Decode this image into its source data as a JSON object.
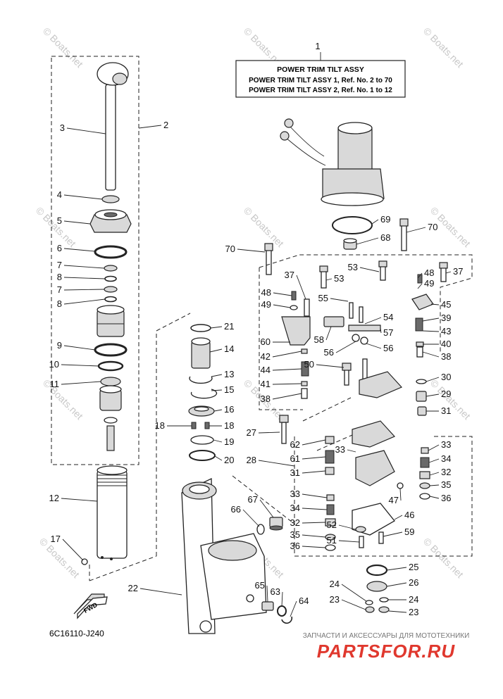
{
  "title_box": {
    "ref": "1",
    "lines": [
      "POWER TRIM TILT ASSY",
      "POWER TRIM TILT ASSY 1,  Ref. No. 2 to 70",
      "POWER TRIM TILT ASSY 2,  Ref. No. 1 to 12"
    ]
  },
  "diagram_code": "6C16110-J240",
  "fwd_label": "FWD",
  "watermark_text": "© Boats.net",
  "footer": {
    "tagline": "ЗАПЧАСТИ И АКСЕССУАРЫ ДЛЯ МОТОТЕХНИКИ",
    "brand": "PARTSFOR.RU",
    "brand_color": "#e0382e"
  },
  "callouts": [
    {
      "id": "c2",
      "label": "2"
    },
    {
      "id": "c3",
      "label": "3"
    },
    {
      "id": "c4",
      "label": "4"
    },
    {
      "id": "c5",
      "label": "5"
    },
    {
      "id": "c6",
      "label": "6"
    },
    {
      "id": "c7a",
      "label": "7"
    },
    {
      "id": "c8a",
      "label": "8"
    },
    {
      "id": "c7b",
      "label": "7"
    },
    {
      "id": "c8b",
      "label": "8"
    },
    {
      "id": "c9",
      "label": "9"
    },
    {
      "id": "c10",
      "label": "10"
    },
    {
      "id": "c11",
      "label": "11"
    },
    {
      "id": "c12",
      "label": "12"
    },
    {
      "id": "c17",
      "label": "17"
    },
    {
      "id": "c21",
      "label": "21"
    },
    {
      "id": "c14",
      "label": "14"
    },
    {
      "id": "c13",
      "label": "13"
    },
    {
      "id": "c15",
      "label": "15"
    },
    {
      "id": "c16",
      "label": "16"
    },
    {
      "id": "c18a",
      "label": "18"
    },
    {
      "id": "c18b",
      "label": "18"
    },
    {
      "id": "c19",
      "label": "19"
    },
    {
      "id": "c20",
      "label": "20"
    },
    {
      "id": "c22",
      "label": "22"
    },
    {
      "id": "c66",
      "label": "66"
    },
    {
      "id": "c67",
      "label": "67"
    },
    {
      "id": "c65",
      "label": "65"
    },
    {
      "id": "c63",
      "label": "63"
    },
    {
      "id": "c64",
      "label": "64"
    },
    {
      "id": "c69",
      "label": "69"
    },
    {
      "id": "c68",
      "label": "68"
    },
    {
      "id": "c70a",
      "label": "70"
    },
    {
      "id": "c70b",
      "label": "70"
    },
    {
      "id": "c53a",
      "label": "53"
    },
    {
      "id": "c53b",
      "label": "53"
    },
    {
      "id": "c37a",
      "label": "37"
    },
    {
      "id": "c37b",
      "label": "37"
    },
    {
      "id": "c48a",
      "label": "48"
    },
    {
      "id": "c48b",
      "label": "48"
    },
    {
      "id": "c49a",
      "label": "49"
    },
    {
      "id": "c49b",
      "label": "49"
    },
    {
      "id": "c45",
      "label": "45"
    },
    {
      "id": "c55",
      "label": "55"
    },
    {
      "id": "c54",
      "label": "54"
    },
    {
      "id": "c39",
      "label": "39"
    },
    {
      "id": "c43",
      "label": "43"
    },
    {
      "id": "c57",
      "label": "57"
    },
    {
      "id": "c40",
      "label": "40"
    },
    {
      "id": "c58",
      "label": "58"
    },
    {
      "id": "c60",
      "label": "60"
    },
    {
      "id": "c56a",
      "label": "56"
    },
    {
      "id": "c56b",
      "label": "56"
    },
    {
      "id": "c38a",
      "label": "38"
    },
    {
      "id": "c38b",
      "label": "38"
    },
    {
      "id": "c42",
      "label": "42"
    },
    {
      "id": "c50",
      "label": "50"
    },
    {
      "id": "c44",
      "label": "44"
    },
    {
      "id": "c30",
      "label": "30"
    },
    {
      "id": "c41",
      "label": "41"
    },
    {
      "id": "c29",
      "label": "29"
    },
    {
      "id": "c31a",
      "label": "31"
    },
    {
      "id": "c31b",
      "label": "31"
    },
    {
      "id": "c27",
      "label": "27"
    },
    {
      "id": "c62",
      "label": "62"
    },
    {
      "id": "c33a",
      "label": "33"
    },
    {
      "id": "c33b",
      "label": "33"
    },
    {
      "id": "c33c",
      "label": "33"
    },
    {
      "id": "c61",
      "label": "61"
    },
    {
      "id": "c28",
      "label": "28"
    },
    {
      "id": "c34a",
      "label": "34"
    },
    {
      "id": "c34b",
      "label": "34"
    },
    {
      "id": "c32a",
      "label": "32"
    },
    {
      "id": "c32b",
      "label": "32"
    },
    {
      "id": "c35a",
      "label": "35"
    },
    {
      "id": "c35b",
      "label": "35"
    },
    {
      "id": "c36a",
      "label": "36"
    },
    {
      "id": "c36b",
      "label": "36"
    },
    {
      "id": "c47",
      "label": "47"
    },
    {
      "id": "c46",
      "label": "46"
    },
    {
      "id": "c52",
      "label": "52"
    },
    {
      "id": "c59",
      "label": "59"
    },
    {
      "id": "c51",
      "label": "51"
    },
    {
      "id": "c25",
      "label": "25"
    },
    {
      "id": "c26",
      "label": "26"
    },
    {
      "id": "c24a",
      "label": "24"
    },
    {
      "id": "c24b",
      "label": "24"
    },
    {
      "id": "c23a",
      "label": "23"
    },
    {
      "id": "c23b",
      "label": "23"
    }
  ]
}
